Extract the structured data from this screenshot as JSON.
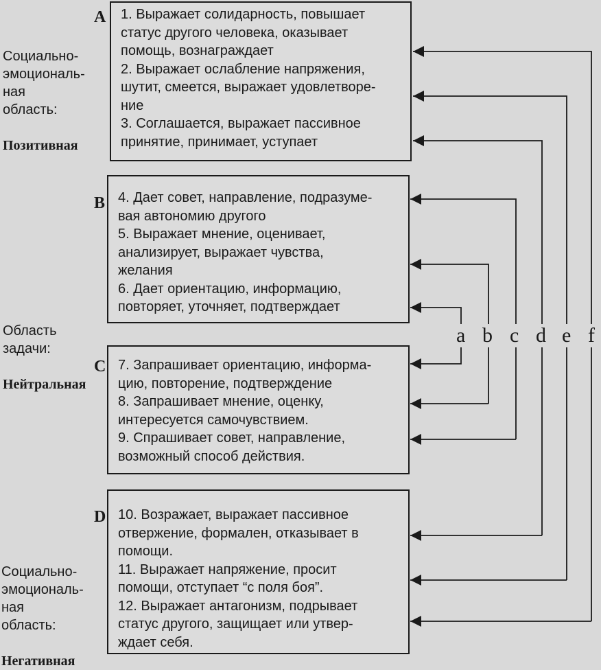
{
  "areas": {
    "positive": {
      "line1": "Социально-\nэмоциональ-\nная\nобласть:",
      "label": "Позитивная"
    },
    "neutral": {
      "line1": "Область\nзадачи:",
      "label": "Нейтральная"
    },
    "negative": {
      "line1": "Социально-\nэмоциональ-\nная\nобласть:",
      "label": "Негативная"
    }
  },
  "groups": [
    {
      "letter": "A",
      "items": [
        "1. Выражает солидарность, повышает\nстатус другого человека, оказывает\nпомощь, вознаграждает",
        "2. Выражает ослабление напряжения,\nшутит, смеется, выражает удовлетворе-\nние",
        "3. Соглашается, выражает пассивное\nпринятие, принимает, уступает"
      ]
    },
    {
      "letter": "B",
      "items": [
        "4. Дает совет, направление, подразуме-\nвая автономию другого",
        "5. Выражает мнение, оценивает,\nанализирует, выражает чувства,\nжелания",
        "6. Дает ориентацию, информацию,\nповторяет, уточняет, подтверждает"
      ]
    },
    {
      "letter": "C",
      "items": [
        "7. Запрашивает ориентацию, информа-\nцию, повторение, подтверждение",
        "8. Запрашивает мнение, оценку,\nинтересуется самочувствием.",
        "9. Спрашивает совет, направление,\nвозможный способ действия."
      ]
    },
    {
      "letter": "D",
      "items": [
        "10. Возражает, выражает пассивное\nотвержение, формален, отказывает в\nпомощи.",
        "11. Выражает напряжение, просит\nпомощи, отступает “с поля боя”.",
        "12. Выражает антагонизм, подрывает\nстатус другого, защищает или утвер-\nждает себя."
      ]
    }
  ],
  "columns": [
    "a",
    "b",
    "c",
    "d",
    "e",
    "f"
  ]
}
